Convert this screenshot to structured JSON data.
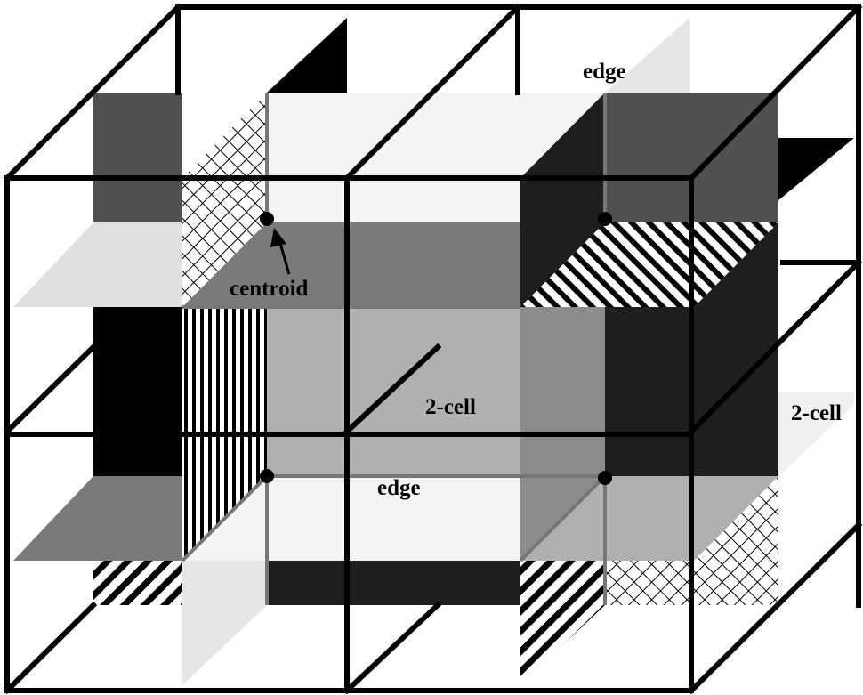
{
  "labels": {
    "edge_top": "edge",
    "centroid": "centroid",
    "two_cell_center": "2-cell",
    "two_cell_right": "2-cell",
    "edge_bottom": "edge"
  },
  "colors": {
    "black": "#000000",
    "very_dark": "#1e1e1e",
    "dark_gray": "#505050",
    "mid_gray": "#7a7a7a",
    "gray": "#8c8c8c",
    "light_gray": "#b0b0b0",
    "pale_gray": "#dcdcdc",
    "near_white": "#f4f4f4",
    "background": "#ffffff"
  },
  "icons": {
    "centroid_marker": "filled-dot",
    "arrow": "arrow-up-left"
  }
}
